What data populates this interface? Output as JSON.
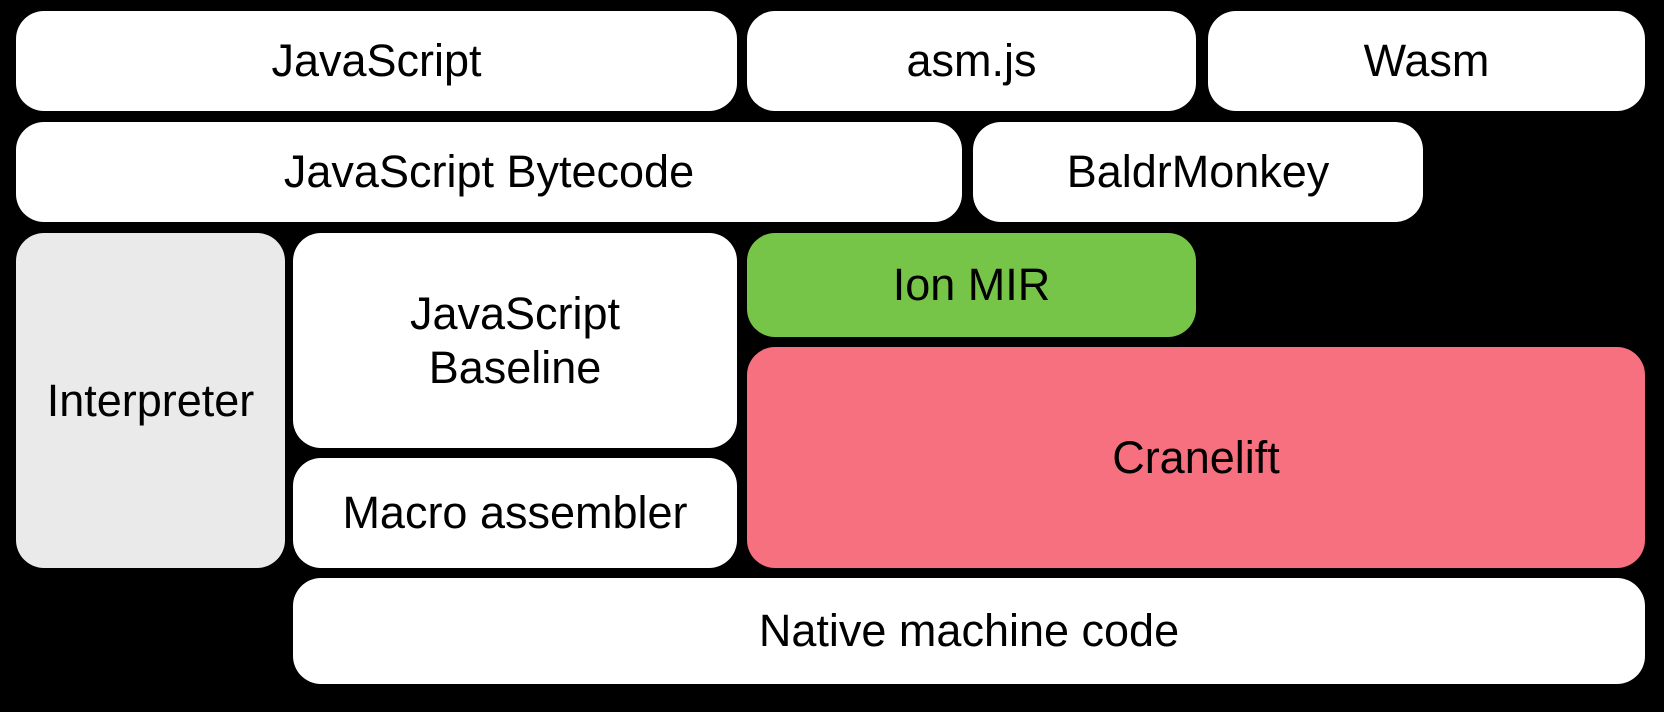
{
  "colors": {
    "background": "#000000",
    "node_white": "#ffffff",
    "interpreter_gray": "#eaeaea",
    "ion_green": "#76c548",
    "cranelift_pink": "#f6707f",
    "text": "#000000"
  },
  "nodes": {
    "javascript": {
      "label": "JavaScript"
    },
    "asmjs": {
      "label": "asm.js"
    },
    "wasm": {
      "label": "Wasm"
    },
    "bytecode": {
      "label": "JavaScript Bytecode"
    },
    "baldrmonkey": {
      "label": "BaldrMonkey"
    },
    "interpreter": {
      "label": "Interpreter"
    },
    "baseline": {
      "line1": "JavaScript",
      "line2": "Baseline"
    },
    "ion_mir": {
      "label": "Ion MIR"
    },
    "cranelift": {
      "label": "Cranelift"
    },
    "macro_assembler": {
      "label": "Macro assembler"
    },
    "native_machine_code": {
      "label": "Native machine code"
    }
  }
}
